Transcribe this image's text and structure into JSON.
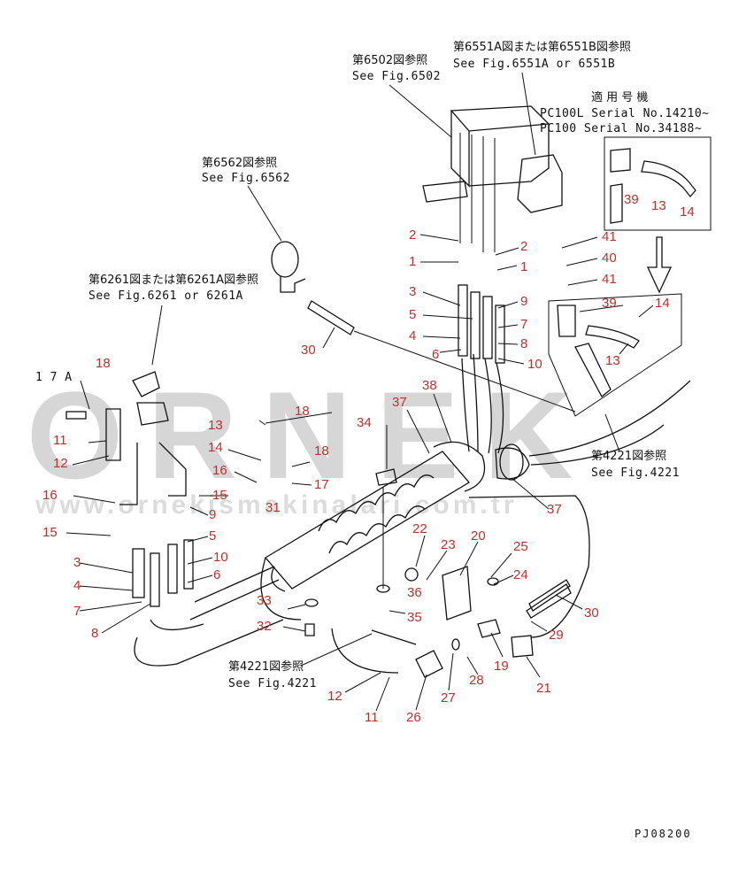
{
  "diagram": {
    "drawing_code": "PJ08200",
    "serial_applicability": {
      "heading": "適 用 号 機",
      "rows": [
        "PC100L Serial No.14210~",
        "PC100  Serial No.34188~"
      ]
    },
    "references": {
      "fig6502_jp": "第6502図参照",
      "fig6502_en": "See Fig.6502",
      "fig6551_jp": "第6551A図または第6551B図参照",
      "fig6551_en": "See Fig.6551A or 6551B",
      "fig6562_jp": "第6562図参照",
      "fig6562_en": "See Fig.6562",
      "fig6261_jp": "第6261図または第6261A図参照",
      "fig6261_en": "See Fig.6261 or 6261A",
      "fig4221a_jp": "第4221図参照",
      "fig4221a_en": "See Fig.4221",
      "fig4221b_jp": "第4221図参照",
      "fig4221b_en": "See Fig.4221"
    },
    "label_17a": "1 7 A",
    "part_numbers": [
      "1",
      "2",
      "3",
      "4",
      "5",
      "6",
      "7",
      "8",
      "9",
      "10",
      "11",
      "12",
      "13",
      "14",
      "15",
      "16",
      "17",
      "18",
      "19",
      "20",
      "21",
      "22",
      "23",
      "24",
      "25",
      "26",
      "27",
      "28",
      "29",
      "30",
      "31",
      "32",
      "33",
      "34",
      "35",
      "36",
      "37",
      "38",
      "39",
      "40",
      "41"
    ],
    "watermark": {
      "brand": "ORNEK",
      "url": "www.ornekismakinalari.com.tr"
    }
  }
}
